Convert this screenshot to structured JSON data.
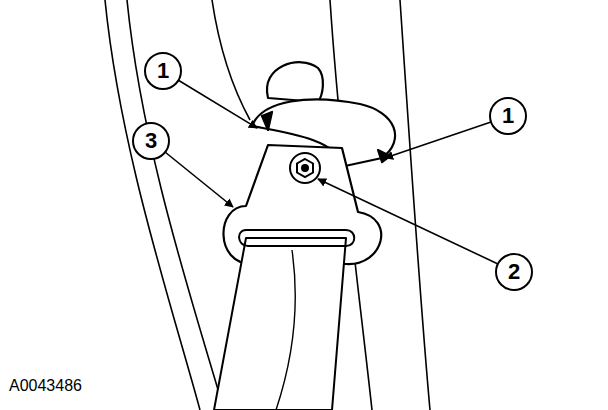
{
  "diagram": {
    "labels": [
      "1",
      "1",
      "3",
      "2",
      "A0043486"
    ]
  }
}
